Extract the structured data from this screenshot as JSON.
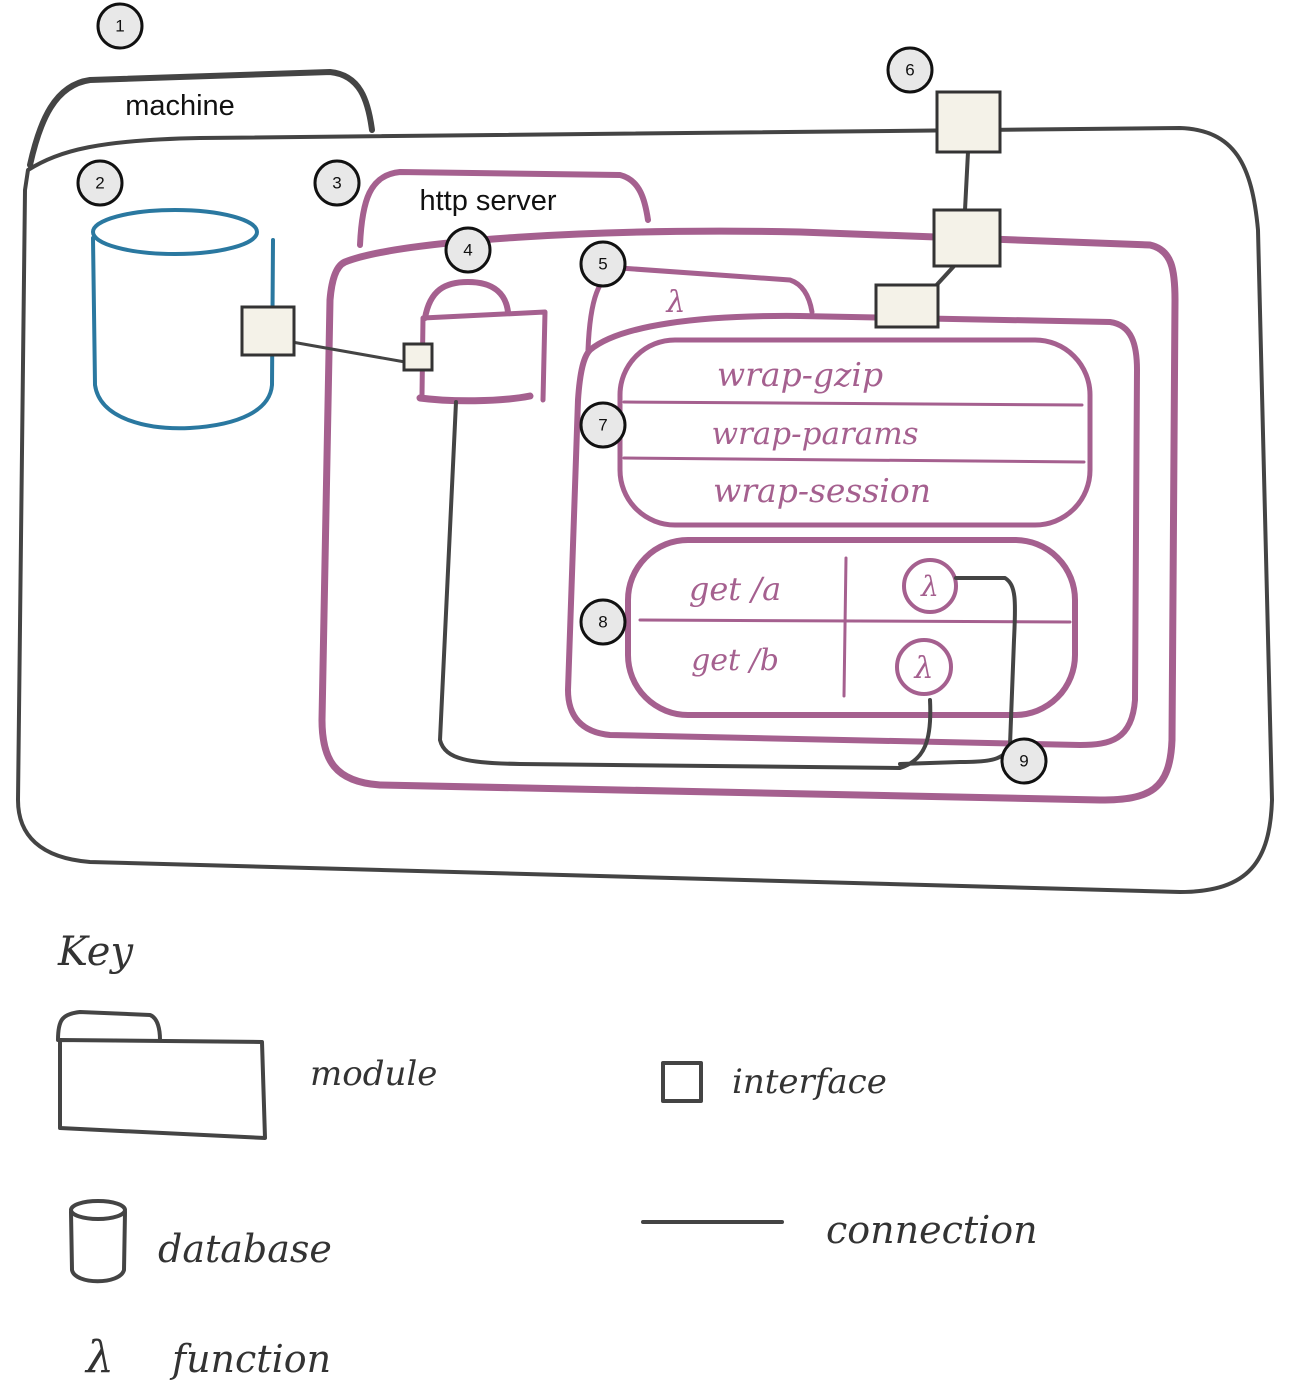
{
  "labels": {
    "machine": "machine",
    "http_server": "http server",
    "lambda_module": "λ",
    "middleware": [
      "wrap-gzip",
      "wrap-params",
      "wrap-session"
    ],
    "routes": [
      {
        "path": "get /a",
        "fn": "λ"
      },
      {
        "path": "get /b",
        "fn": "λ"
      }
    ]
  },
  "badges": [
    "1",
    "2",
    "3",
    "4",
    "5",
    "6",
    "7",
    "8",
    "9"
  ],
  "key": {
    "title": "Key",
    "module": "module",
    "interface": "interface",
    "database": "database",
    "connection": "connection",
    "function_symbol": "λ",
    "function": "function"
  },
  "colors": {
    "machine_stroke": "#444444",
    "module_stroke": "#a5608f",
    "database_stroke": "#2a78a0",
    "interface_fill": "#f4f2e8"
  }
}
